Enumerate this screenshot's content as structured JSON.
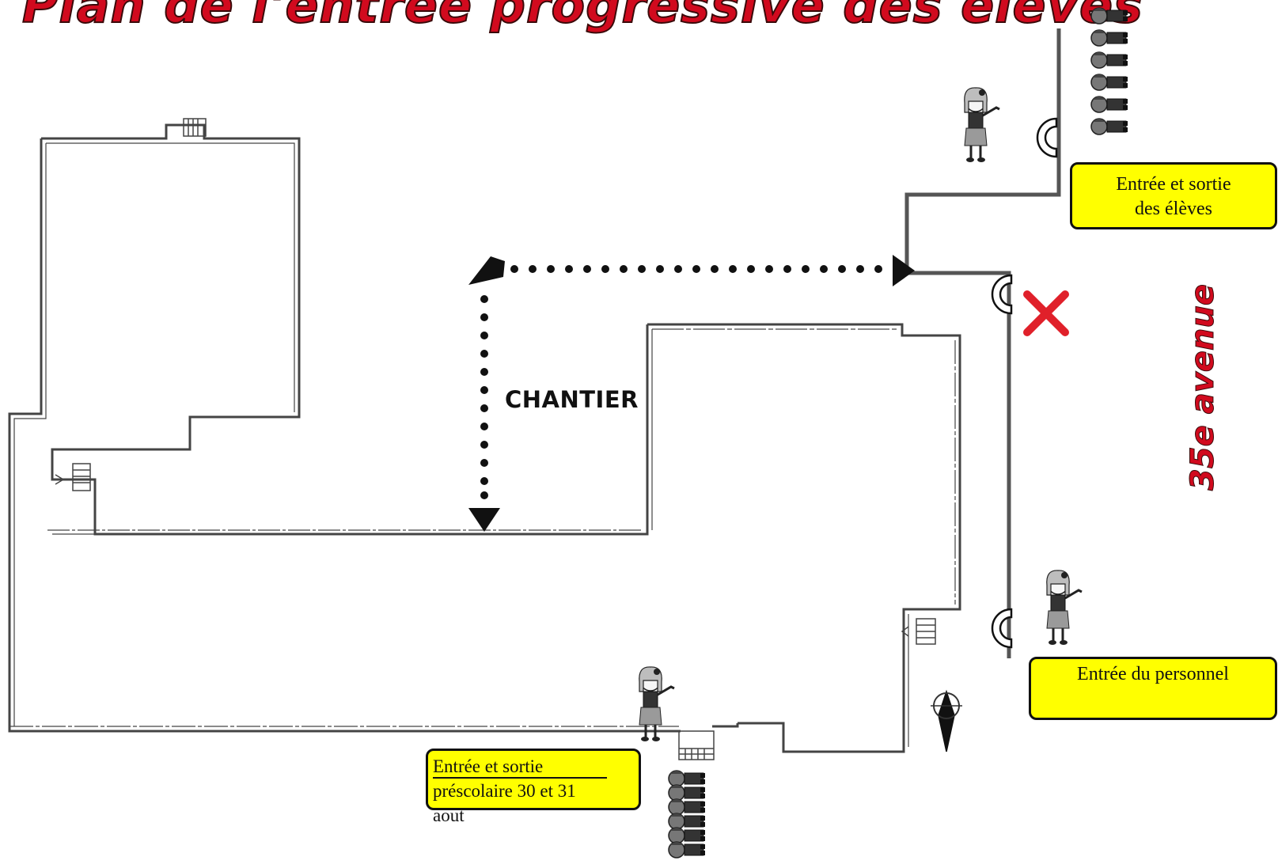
{
  "title": "Plan de l'entrée progressive des élèves",
  "street_label": "35e avenue",
  "zone_label": "CHANTIER",
  "labels": {
    "eleves_line1": "Entrée et sortie",
    "eleves_line2": "des élèves",
    "personnel": "Entrée du personnel",
    "prescolaire_line1": "Entrée et sortie",
    "prescolaire_line2": "préscolaire 30 et 31 aout"
  },
  "colors": {
    "title": "#d10a1e",
    "label_fill": "#ffff00",
    "closed_mark": "#e0202a"
  }
}
